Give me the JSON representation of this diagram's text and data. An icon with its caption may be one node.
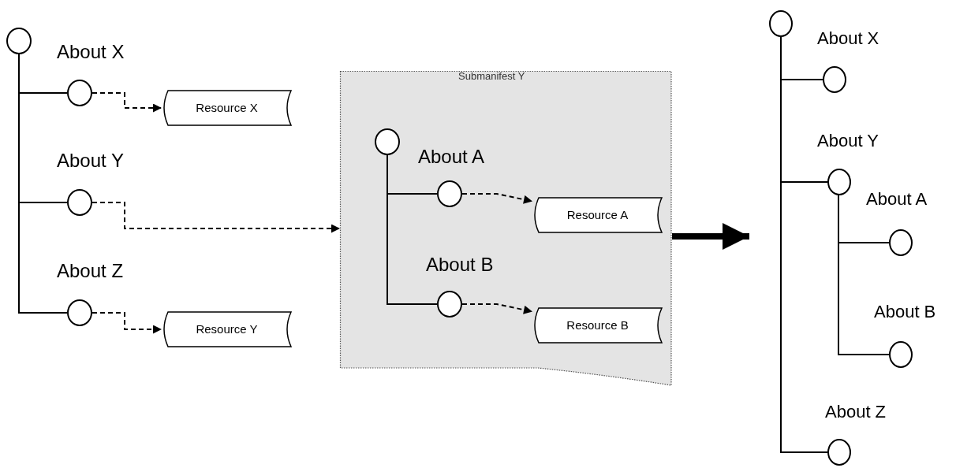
{
  "diagram": {
    "nodes": [
      {
        "text": [],
        "shape": "circle"
      },
      {
        "text": [],
        "shape": "circle",
        "beside": [
          "About X"
        ]
      },
      {
        "text": [],
        "shape": "circle",
        "beside": [
          "About Y"
        ]
      },
      {
        "text": [],
        "shape": "circle",
        "beside": [
          "About Z"
        ]
      },
      {
        "text": [
          "Resource X"
        ]
      },
      {
        "text": [
          "Resource Y"
        ]
      },
      {
        "text": [
          "Submanifest Y"
        ]
      },
      {
        "text": [],
        "shape": "circle",
        "in": 6
      },
      {
        "text": [],
        "shape": "circle",
        "in": 6,
        "beside": [
          "About A"
        ]
      },
      {
        "text": [],
        "shape": "circle",
        "in": 6,
        "beside": [
          "About B"
        ]
      },
      {
        "text": [
          "Resource A"
        ],
        "in": 6
      },
      {
        "text": [
          "Resource B"
        ],
        "in": 6
      },
      {
        "text": [],
        "shape": "circle"
      },
      {
        "text": [],
        "shape": "circle",
        "beside": [
          "About X"
        ]
      },
      {
        "text": [],
        "shape": "circle",
        "beside": [
          "About Y"
        ]
      },
      {
        "text": [],
        "shape": "circle",
        "beside": [
          "About A"
        ]
      },
      {
        "text": [],
        "shape": "circle",
        "beside": [
          "About B"
        ]
      },
      {
        "text": [],
        "shape": "circle",
        "beside": [
          "About Z"
        ]
      }
    ],
    "edges": [
      {
        "from": 0,
        "to": 1,
        "arrow": "none"
      },
      {
        "from": 0,
        "to": 2,
        "arrow": "none"
      },
      {
        "from": 0,
        "to": 3,
        "arrow": "none"
      },
      {
        "from": 1,
        "to": 4,
        "arrow": "to",
        "style": "dashed"
      },
      {
        "from": 2,
        "to": 6,
        "arrow": "to",
        "style": "dashed"
      },
      {
        "from": 3,
        "to": 5,
        "arrow": "to",
        "style": "dashed"
      },
      {
        "from": 7,
        "to": 8,
        "arrow": "none"
      },
      {
        "from": 7,
        "to": 9,
        "arrow": "none"
      },
      {
        "from": 8,
        "to": 10,
        "arrow": "to",
        "style": "dashed"
      },
      {
        "from": 9,
        "to": 11,
        "arrow": "to",
        "style": "dashed"
      },
      {
        "from": 6,
        "to": null,
        "arrow": "to",
        "style": "thick"
      },
      {
        "from": 12,
        "to": 13,
        "arrow": "none"
      },
      {
        "from": 12,
        "to": 14,
        "arrow": "none"
      },
      {
        "from": 12,
        "to": 17,
        "arrow": "none"
      },
      {
        "from": 14,
        "to": 15,
        "arrow": "none"
      },
      {
        "from": 14,
        "to": 16,
        "arrow": "none"
      }
    ]
  }
}
